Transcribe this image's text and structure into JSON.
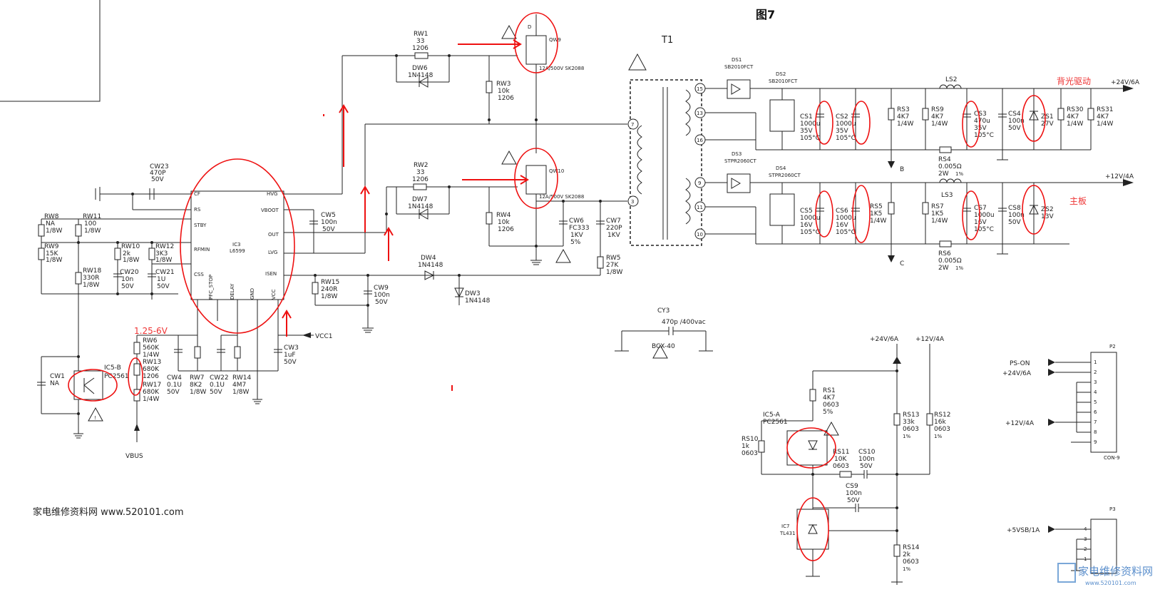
{
  "figure_title": "图7",
  "watermark_text": "家电维修资料网  www.520101.com",
  "logo_text": "家电维修资料网",
  "logo_url": "www.520101.com",
  "annotations": {
    "backlight": "背光驱动",
    "mainboard": "主板",
    "voltage_range": "1.25-6V"
  },
  "transformer": "T1",
  "ic": {
    "ref": "IC3",
    "part": "L6599",
    "pins_left": [
      "CF",
      "RS",
      "STBY",
      "RFMIN",
      "CSS"
    ],
    "pins_right": [
      "HVG",
      "VBOOT",
      "OUT",
      "LVG",
      "ISEN"
    ],
    "pins_bottom": [
      "PFC_STOP",
      "DELAY",
      "GND",
      "VCC"
    ]
  },
  "mosfets": {
    "top": {
      "ref": "QW9",
      "part": "12A/500V SK2088",
      "pin": "D"
    },
    "bottom": {
      "ref": "QW10",
      "part": "12A/500V SK2088"
    }
  },
  "rails": {
    "r24": "+24V/6A",
    "r12": "+12V/4A",
    "vcc1": "VCC1",
    "vbus": "VBUS",
    "ps_on": "PS-ON",
    "vsb": "+5VSB/1A",
    "node_b": "B",
    "node_c": "C"
  },
  "components": {
    "RW1": [
      "RW1",
      "33",
      "1206"
    ],
    "DW6": [
      "DW6",
      "1N4148"
    ],
    "RW3": [
      "RW3",
      "10k",
      "1206"
    ],
    "RW2": [
      "RW2",
      "33",
      "1206"
    ],
    "DW7": [
      "DW7",
      "1N4148"
    ],
    "RW4": [
      "RW4",
      "10k",
      "1206"
    ],
    "CW6": [
      "CW6",
      "FC333",
      "1KV",
      "5%"
    ],
    "CW7": [
      "CW7",
      "220P",
      "1KV"
    ],
    "RW5": [
      "RW5",
      "27K",
      "1/8W"
    ],
    "CW5": [
      "CW5",
      "100n",
      "50V"
    ],
    "DW4": [
      "DW4",
      "1N4148"
    ],
    "DW3": [
      "DW3",
      "1N4148"
    ],
    "RW15": [
      "RW15",
      "240R",
      "1/8W"
    ],
    "CW9": [
      "CW9",
      "100n",
      "50V"
    ],
    "CW3": [
      "CW3",
      "1uF",
      "50V"
    ],
    "CW23": [
      "CW23",
      "470P",
      "50V"
    ],
    "RW8": [
      "RW8",
      "NA",
      "1/8W"
    ],
    "RW11": [
      "RW11",
      "100",
      "1/8W"
    ],
    "RW9": [
      "RW9",
      "15K",
      "1/8W"
    ],
    "RW10": [
      "RW10",
      "2k",
      "1/8W"
    ],
    "RW12": [
      "RW12",
      "3K3",
      "1/8W"
    ],
    "RW18": [
      "RW18",
      "330R",
      "1/8W"
    ],
    "CW20": [
      "CW20",
      "10n",
      "50V"
    ],
    "CW21": [
      "CW21",
      "1U",
      "50V"
    ],
    "CW4": [
      "CW4",
      "0.1U",
      "50V"
    ],
    "RW7": [
      "RW7",
      "8K2",
      "1/8W"
    ],
    "CW22": [
      "CW22",
      "0.1U",
      "50V"
    ],
    "RW14": [
      "RW14",
      "4M7",
      "1/8W"
    ],
    "RW6": [
      "RW6",
      "560K",
      "1/4W"
    ],
    "RW13": [
      "RW13",
      "680K",
      "1206"
    ],
    "RW17": [
      "RW17",
      "680K",
      "1/4W"
    ],
    "CW1": [
      "CW1",
      "NA"
    ],
    "IC5B": [
      "IC5-B",
      "PC2561"
    ],
    "DS1": [
      "DS1",
      "SB2010FCT"
    ],
    "DS2": [
      "DS2",
      "SB2010FCT"
    ],
    "DS3": [
      "DS3",
      "STPR2060CT"
    ],
    "DS4": [
      "DS4",
      "STPR2060CT"
    ],
    "CS1": [
      "CS1",
      "1000u",
      "35V",
      "105°C"
    ],
    "CS2": [
      "CS2",
      "1000u",
      "35V",
      "105°C"
    ],
    "RS3": [
      "RS3",
      "4K7",
      "1/4W"
    ],
    "RS9": [
      "RS9",
      "4K7",
      "1/4W"
    ],
    "LS2": [
      "LS2"
    ],
    "CS3": [
      "CS3",
      "470u",
      "35V",
      "105°C"
    ],
    "CS4": [
      "CS4",
      "100n",
      "50V"
    ],
    "ZS1": [
      "ZS1",
      "27V"
    ],
    "RS30": [
      "RS30",
      "4K7",
      "1/4W"
    ],
    "RS31": [
      "RS31",
      "4K7",
      "1/4W"
    ],
    "RS4": [
      "RS4",
      "0.005Ω",
      "2W",
      "1%"
    ],
    "CS5": [
      "CS5",
      "1000u",
      "16V",
      "105°C"
    ],
    "CS6": [
      "CS6",
      "1000u",
      "16V",
      "105°C"
    ],
    "RS5": [
      "RS5",
      "1K5",
      "1/4W"
    ],
    "RS7": [
      "RS7",
      "1K5",
      "1/4W"
    ],
    "LS3": [
      "LS3"
    ],
    "CS7": [
      "CS7",
      "1000u",
      "16V",
      "105°C"
    ],
    "CS8": [
      "CS8",
      "100n",
      "50V"
    ],
    "ZS2": [
      "ZS2",
      "13V"
    ],
    "RS6": [
      "RS6",
      "0.005Ω",
      "2W",
      "1%"
    ],
    "CY3": [
      "CY3",
      "470p /400vac",
      "BCX-40"
    ],
    "RS1": [
      "RS1",
      "4K7",
      "0603",
      "5%"
    ],
    "IC5A": [
      "IC5-A",
      "PC2561"
    ],
    "RS10": [
      "RS10",
      "1k",
      "0603"
    ],
    "RS11": [
      "RS11",
      "10K",
      "0603"
    ],
    "CS10": [
      "CS10",
      "100n",
      "50V"
    ],
    "CS9": [
      "CS9",
      "100n",
      "50V"
    ],
    "RS13": [
      "RS13",
      "33k",
      "0603",
      "1%"
    ],
    "RS12": [
      "RS12",
      "16k",
      "0603",
      "1%"
    ],
    "IC7": [
      "IC7",
      "TL431"
    ],
    "RS14": [
      "RS14",
      "2k",
      "0603",
      "1%"
    ],
    "P2": [
      "P2",
      "CON-9"
    ],
    "P3": [
      "P3"
    ]
  },
  "pin_numbers": {
    "t1_primary": [
      "7",
      "3"
    ],
    "t1_sec_top": [
      "15",
      "13",
      "16"
    ],
    "t1_sec_bot": [
      "9",
      "11",
      "10"
    ],
    "p2": [
      "1",
      "2",
      "3",
      "4",
      "5",
      "6",
      "7",
      "8",
      "9"
    ],
    "p3": [
      "4",
      "3",
      "2",
      "1"
    ]
  },
  "colors": {
    "ink": "#222222",
    "highlight": "#e11111"
  }
}
